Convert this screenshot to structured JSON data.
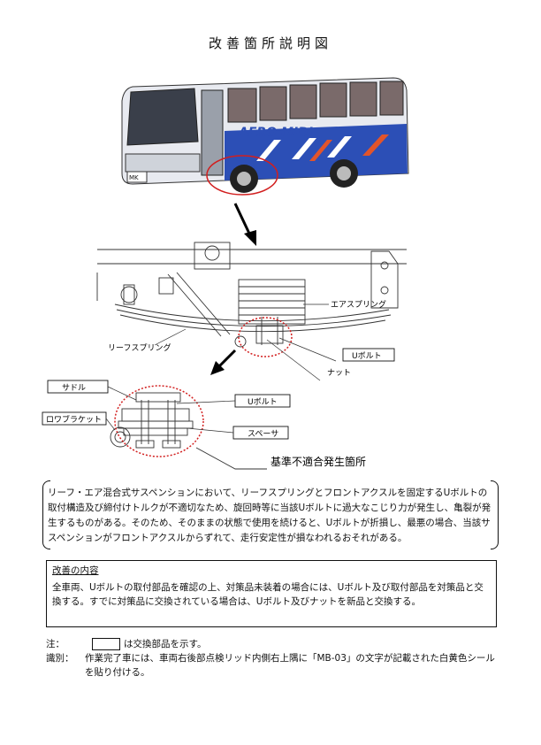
{
  "title": "改善箇所説明図",
  "bus": {
    "brand": "AERO MIDI",
    "maker_badge": "MK"
  },
  "diagram_labels": {
    "air_spring": "エアスプリング",
    "leaf_spring": "リーフスプリング",
    "u_bolt_top": "Uボルト",
    "nut": "ナット",
    "saddle": "サドル",
    "u_bolt_detail": "Uボルト",
    "lower_bracket": "ロワブラケット",
    "spacer": "スペーサ",
    "nonconformity": "基準不適合発生箇所"
  },
  "description": "リーフ・エア混合式サスペンションにおいて、リーフスプリングとフロントアクスルを固定するUボルトの取付構造及び締付けトルクが不適切なため、旋回時等に当該Uボルトに過大なこじり力が発生し、亀裂が発生するものがある。そのため、そのままの状態で使用を続けると、Uボルトが折損し、最悪の場合、当該サスペンションがフロントアクスルからずれて、走行安定性が損なわれるおそれがある。",
  "improvement": {
    "heading": "改善の内容",
    "body": "全車両、Uボルトの取付部品を確認の上、対策品未装着の場合には、Uボルト及び取付部品を対策品と交換する。すでに対策品に交換されている場合は、Uボルト及びナットを新品と交換する。"
  },
  "notes": {
    "note_key": "注",
    "note_text": "は交換部品を示す。",
    "id_key": "識別",
    "id_text": "作業完了車には、車両右後部点検リッド内側右上隅に「MB-03」の文字が記載された白黄色シールを貼り付ける。"
  }
}
